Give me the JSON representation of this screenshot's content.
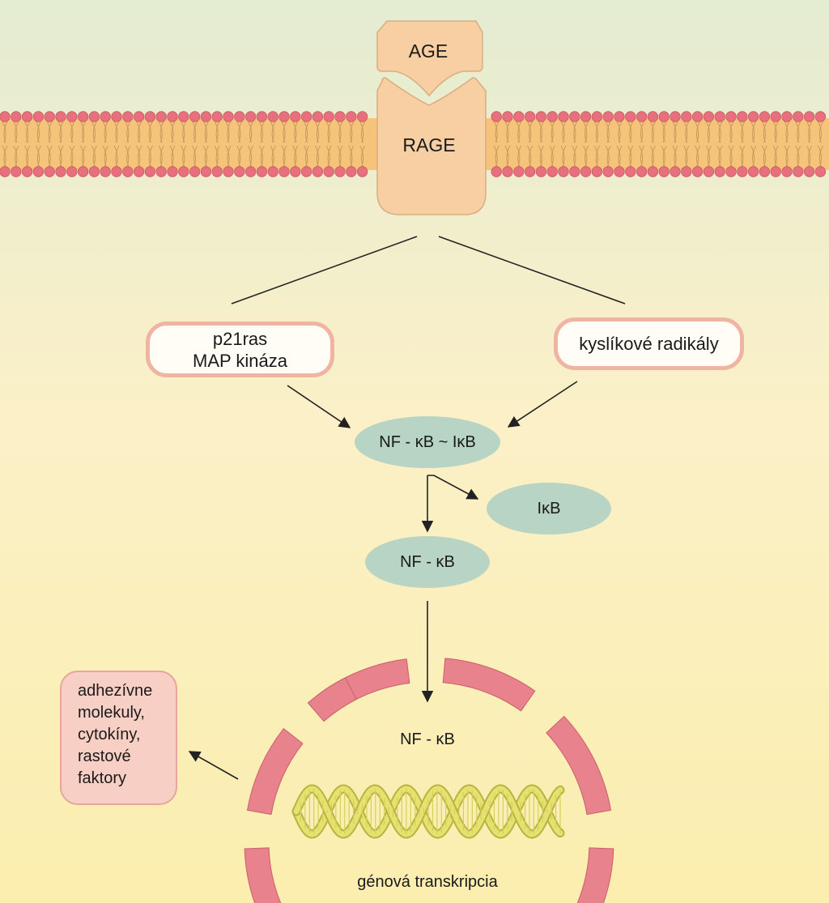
{
  "colors": {
    "background_top": "#e4ecd2",
    "background_bottom": "#fbeeae",
    "receptor_fill": "#f7cfa2",
    "lipid_head": "#e8707c",
    "lipid_band": "#f5c47a",
    "nfkb_ellipse": "#b7d4c4",
    "box_border": "#f0b4a2",
    "output_box_fill": "#f8cfc4",
    "nucleus_envelope": "#e8828c",
    "dna": "#e6e170"
  },
  "labels": {
    "age": "AGE",
    "rage": "RAGE",
    "p21ras_line1": "p21ras",
    "p21ras_line2": "MAP kináza",
    "oxygen_radicals": "kyslíkové radikály",
    "nfkb_complex": "NF - κB ~ IκB",
    "ikb": "IκB",
    "nfkb_free": "NF - κB",
    "nfkb_nuclear": "NF - κB",
    "gene_transcription": "génová transkripcia",
    "output": [
      "adhezívne",
      "molekuly,",
      "cytokíny,",
      "rastové",
      "faktory"
    ]
  },
  "icons": [
    "lipid-bilayer-icon",
    "dna-double-helix-icon",
    "nuclear-envelope-icon"
  ]
}
